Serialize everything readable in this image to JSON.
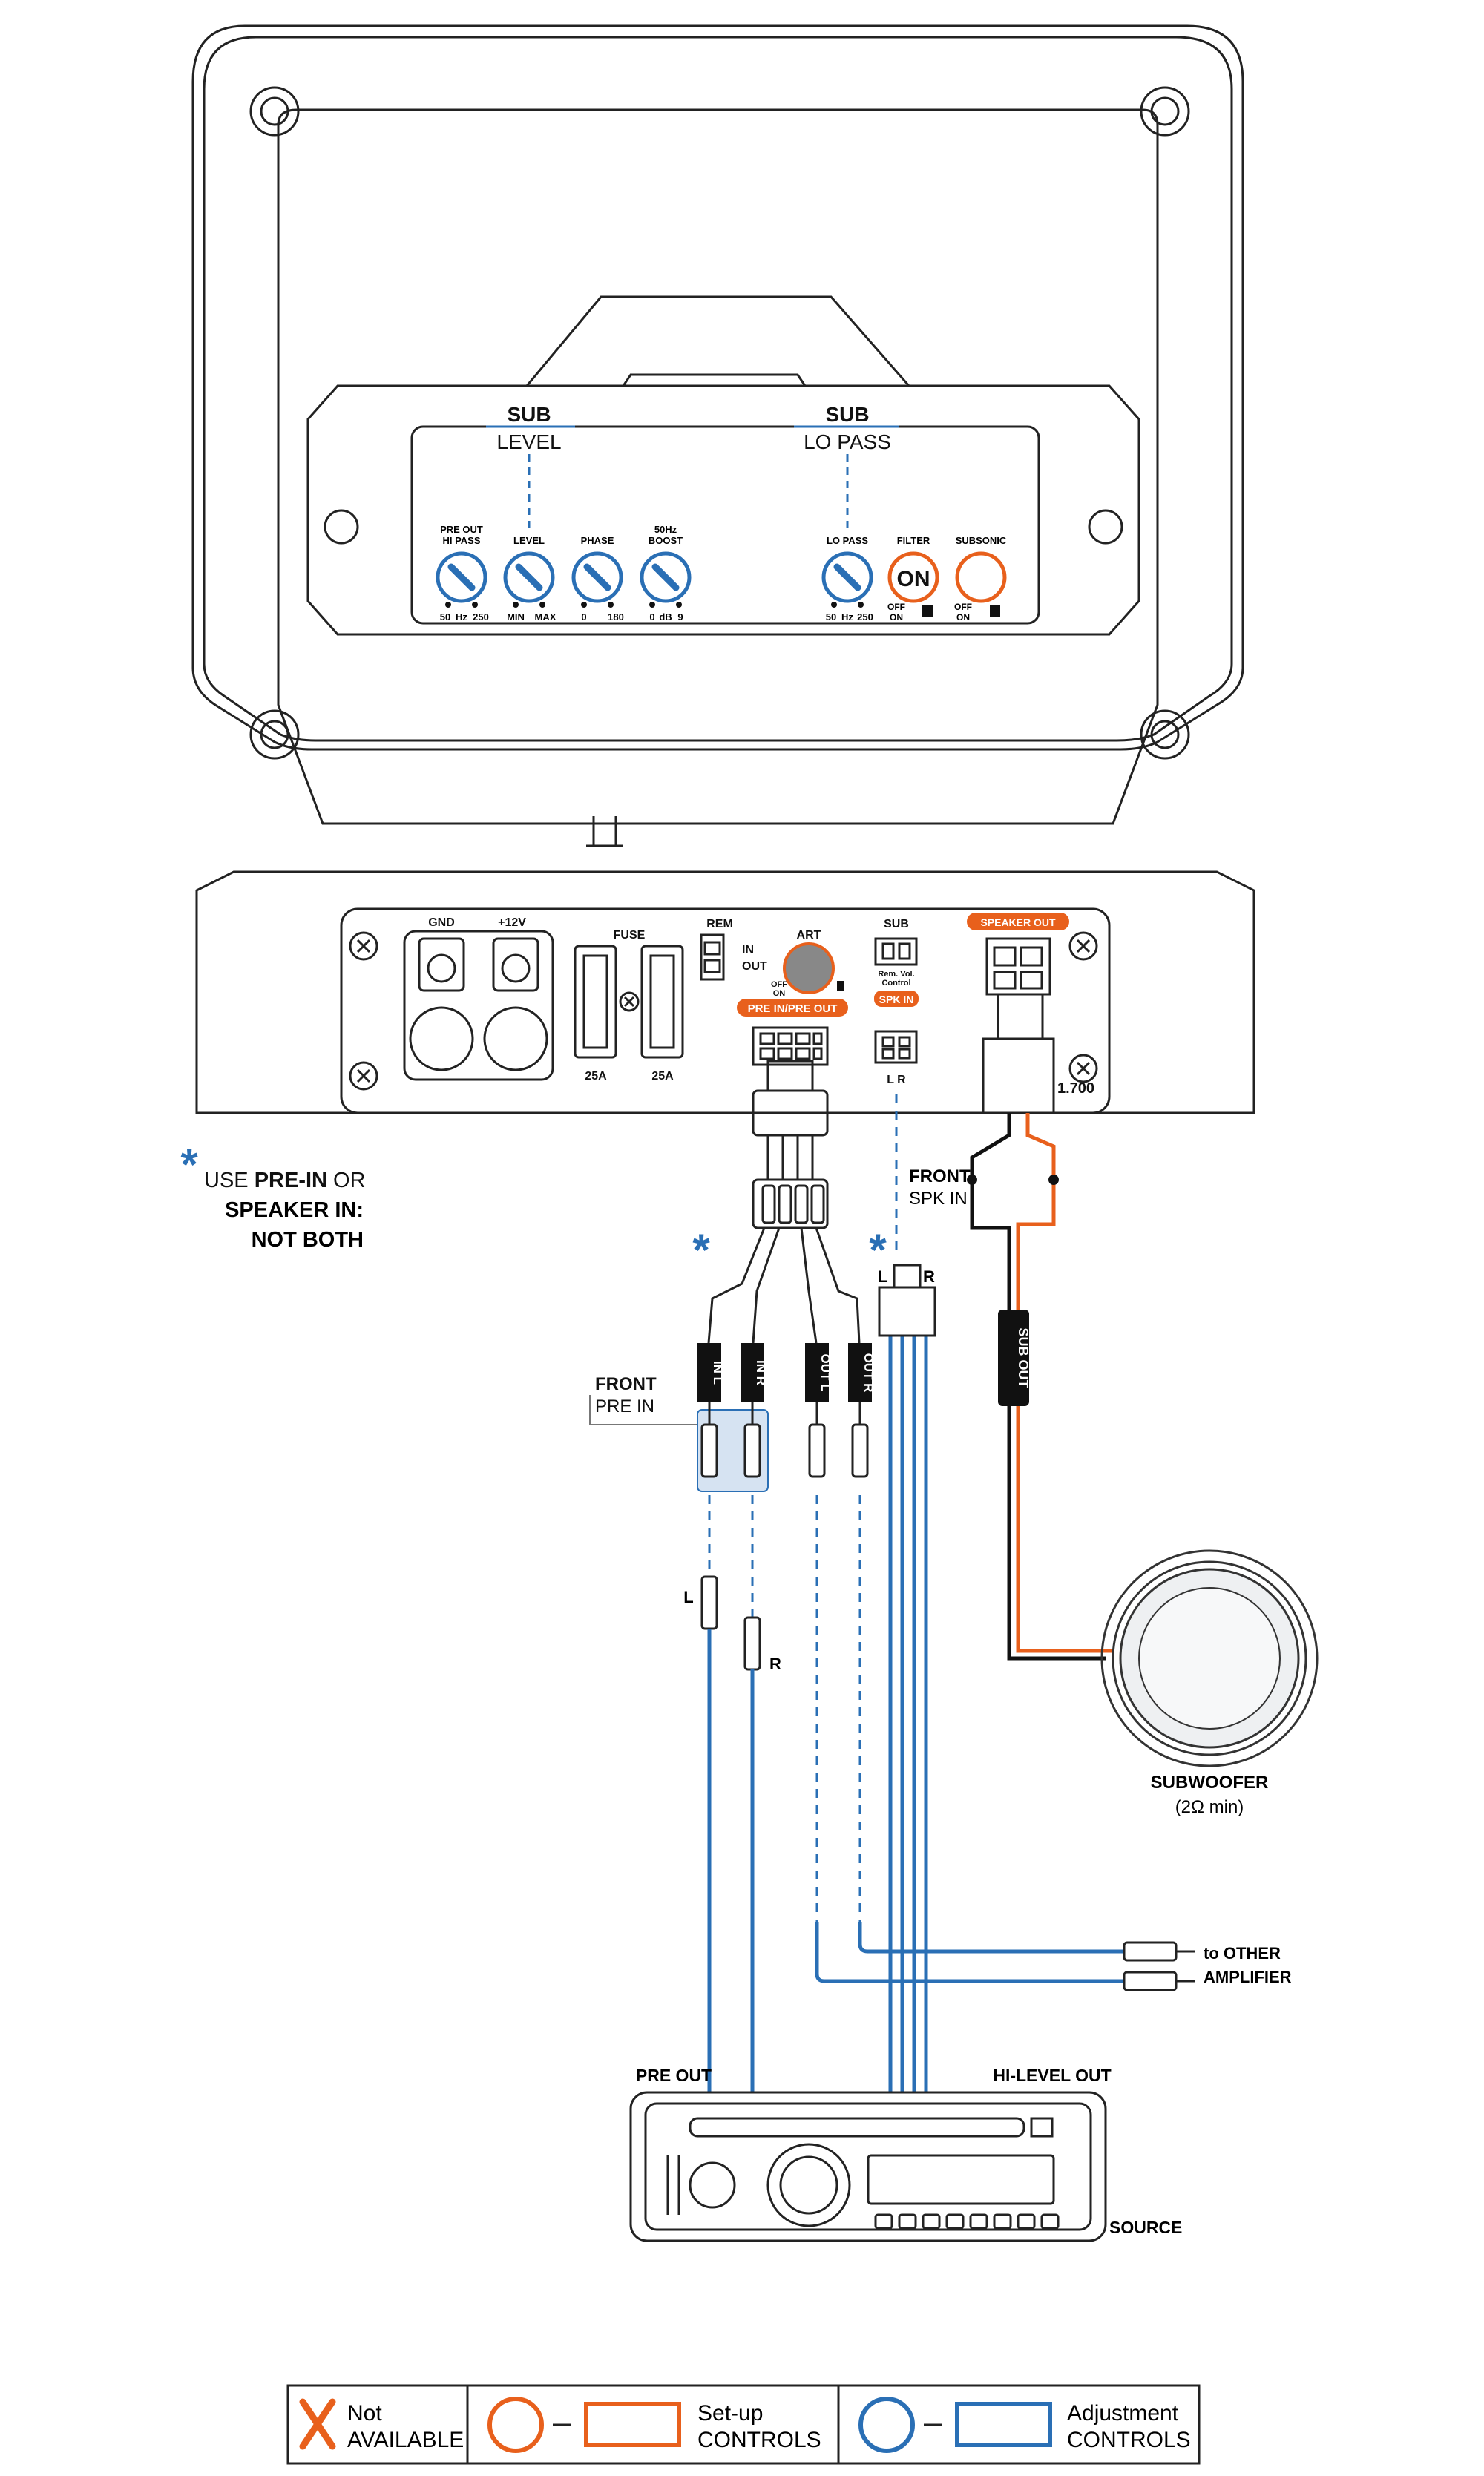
{
  "panel": {
    "sub_level_title": "SUB",
    "sub_level_sub": "LEVEL",
    "sub_lopass_title": "SUB",
    "sub_lopass_sub": "LO PASS",
    "knobs": [
      {
        "label1": "PRE OUT",
        "label2": "HI PASS",
        "min": "50",
        "unit": "Hz",
        "max": "250"
      },
      {
        "label1": "",
        "label2": "LEVEL",
        "min": "MIN",
        "unit": "",
        "max": "MAX"
      },
      {
        "label1": "",
        "label2": "PHASE",
        "min": "0",
        "unit": "",
        "max": "180"
      },
      {
        "label1": "50Hz",
        "label2": "BOOST",
        "min": "0",
        "unit": "dB",
        "max": "9"
      },
      {
        "label1": "",
        "label2": "LO PASS",
        "min": "50",
        "unit": "Hz",
        "max": "250"
      }
    ],
    "filter_label": "FILTER",
    "filter_state": "ON",
    "filter_off": "OFF",
    "filter_on": "ON",
    "subsonic_label": "SUBSONIC",
    "subsonic_off": "OFF",
    "subsonic_on": "ON"
  },
  "rear": {
    "gnd": "GND",
    "v12": "+12V",
    "fuse": "FUSE",
    "fuse_a": "25A",
    "fuse_b": "25A",
    "rem": "REM",
    "rem_in": "IN",
    "rem_out": "OUT",
    "art": "ART",
    "art_off": "OFF",
    "art_on": "ON",
    "pre_in_out": "PRE IN/PRE OUT",
    "sub": "SUB",
    "rem_vol_1": "Rem. Vol.",
    "rem_vol_2": "Control",
    "spk_in": "SPK IN",
    "lr": "L R",
    "speaker_out": "SPEAKER OUT",
    "model": "1.700"
  },
  "notes": {
    "asterisk": "*",
    "use_line1_a": "USE ",
    "use_line1_b": "PRE-IN",
    "use_line1_c": " OR",
    "use_line2": "SPEAKER IN:",
    "use_line3": "NOT BOTH"
  },
  "wiring": {
    "front_spk_in_1": "FRONT",
    "front_spk_in_2": "SPK IN",
    "front_pre_in_1": "FRONT",
    "front_pre_in_2": "PRE IN",
    "in_l": "IN L",
    "in_r": "IN R",
    "out_l": "OUT L",
    "out_r": "OUT R",
    "plug_l": "L",
    "plug_r": "R",
    "rca_l": "L",
    "rca_r": "R",
    "sub_out": "SUB OUT",
    "subwoofer": "SUBWOOFER",
    "subwoofer_min": "(2Ω min)",
    "to_other_1": "to OTHER",
    "to_other_2": "AMPLIFIER",
    "pre_out": "PRE OUT",
    "hi_level_out": "HI-LEVEL OUT",
    "source": "SOURCE"
  },
  "legend": {
    "not_1": "Not",
    "not_2": "AVAILABLE",
    "setup_1": "Set-up",
    "setup_2": "CONTROLS",
    "adjust_1": "Adjustment",
    "adjust_2": "CONTROLS"
  },
  "colors": {
    "orange": "#e8601c",
    "blue": "#2a6fb5",
    "dark": "#1a1a1a"
  }
}
